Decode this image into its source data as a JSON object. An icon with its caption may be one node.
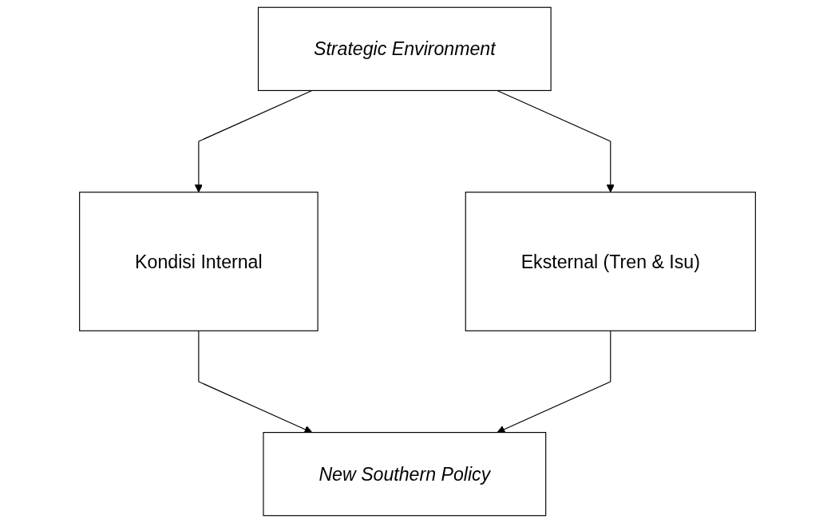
{
  "diagram": {
    "nodes": [
      {
        "text": [
          "Strategic Environment"
        ]
      },
      {
        "text": [
          "Kondisi Internal"
        ]
      },
      {
        "text": [
          "Eksternal (Tren & Isu)"
        ]
      },
      {
        "text": [
          "New Southern Policy"
        ]
      }
    ],
    "edges": [
      {
        "from": 0,
        "to": 1,
        "arrow": "to"
      },
      {
        "from": 0,
        "to": 2,
        "arrow": "to"
      },
      {
        "from": 1,
        "to": 3,
        "arrow": "to"
      },
      {
        "from": 2,
        "to": 3,
        "arrow": "to"
      }
    ]
  }
}
